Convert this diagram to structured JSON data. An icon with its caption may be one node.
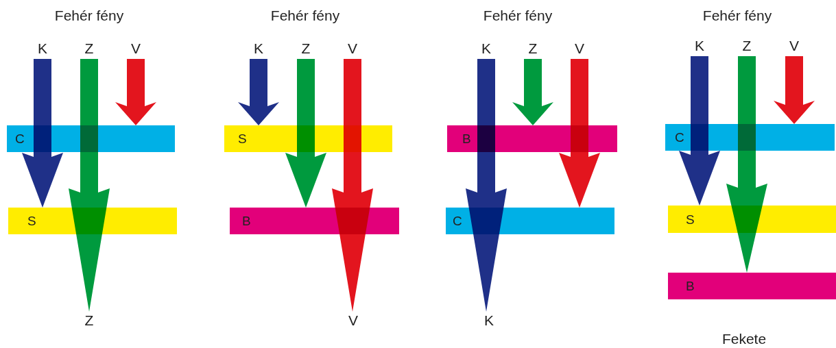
{
  "diagram": {
    "nodes": [
      {
        "text": [
          "K"
        ]
      },
      {
        "text": [
          "Z"
        ]
      },
      {
        "text": [
          "V"
        ]
      },
      {
        "text": [
          "C"
        ]
      },
      {
        "text": [
          "S"
        ]
      },
      {
        "text": [
          "Z"
        ]
      },
      {
        "text": [
          "K"
        ]
      },
      {
        "text": [
          "Z"
        ]
      },
      {
        "text": [
          "V"
        ]
      },
      {
        "text": [
          "S"
        ]
      },
      {
        "text": [
          "B"
        ]
      },
      {
        "text": [
          "V"
        ]
      },
      {
        "text": [
          "K"
        ]
      },
      {
        "text": [
          "Z"
        ]
      },
      {
        "text": [
          "V"
        ]
      },
      {
        "text": [
          "B"
        ]
      },
      {
        "text": [
          "C"
        ]
      },
      {
        "text": [
          "K"
        ]
      },
      {
        "text": [
          "K"
        ]
      },
      {
        "text": [
          "Z"
        ]
      },
      {
        "text": [
          "V"
        ]
      },
      {
        "text": [
          "C"
        ]
      },
      {
        "text": [
          "S"
        ]
      },
      {
        "text": [
          "B"
        ]
      }
    ],
    "edges": [
      {
        "from": 0,
        "to": 4,
        "arrow": "to",
        "style": "thick",
        "color": "#1f3088"
      },
      {
        "from": 1,
        "to": 5,
        "arrow": "to",
        "style": "thick",
        "color": "#009a3e"
      },
      {
        "from": 2,
        "to": 3,
        "arrow": "to",
        "style": "thick",
        "color": "#e3151e"
      },
      {
        "from": 6,
        "to": 9,
        "arrow": "to",
        "style": "thick",
        "color": "#1f3088"
      },
      {
        "from": 7,
        "to": 10,
        "arrow": "to",
        "style": "thick",
        "color": "#009a3e"
      },
      {
        "from": 8,
        "to": 11,
        "arrow": "to",
        "style": "thick",
        "color": "#e3151e"
      },
      {
        "from": 12,
        "to": 17,
        "arrow": "to",
        "style": "thick",
        "color": "#1f3088"
      },
      {
        "from": 13,
        "to": 15,
        "arrow": "to",
        "style": "thick",
        "color": "#009a3e"
      },
      {
        "from": 14,
        "to": 16,
        "arrow": "to",
        "style": "thick",
        "color": "#e3151e"
      },
      {
        "from": 18,
        "to": 22,
        "arrow": "to",
        "style": "thick",
        "color": "#1f3088"
      },
      {
        "from": 19,
        "to": 23,
        "arrow": "to",
        "style": "thick",
        "color": "#009a3e"
      },
      {
        "from": 20,
        "to": 21,
        "arrow": "to",
        "style": "thick",
        "color": "#e3151e"
      }
    ],
    "labels": [
      "Fehér fény",
      "Fehér fény",
      "Fehér fény",
      "Fehér fény",
      "Fekete"
    ]
  }
}
